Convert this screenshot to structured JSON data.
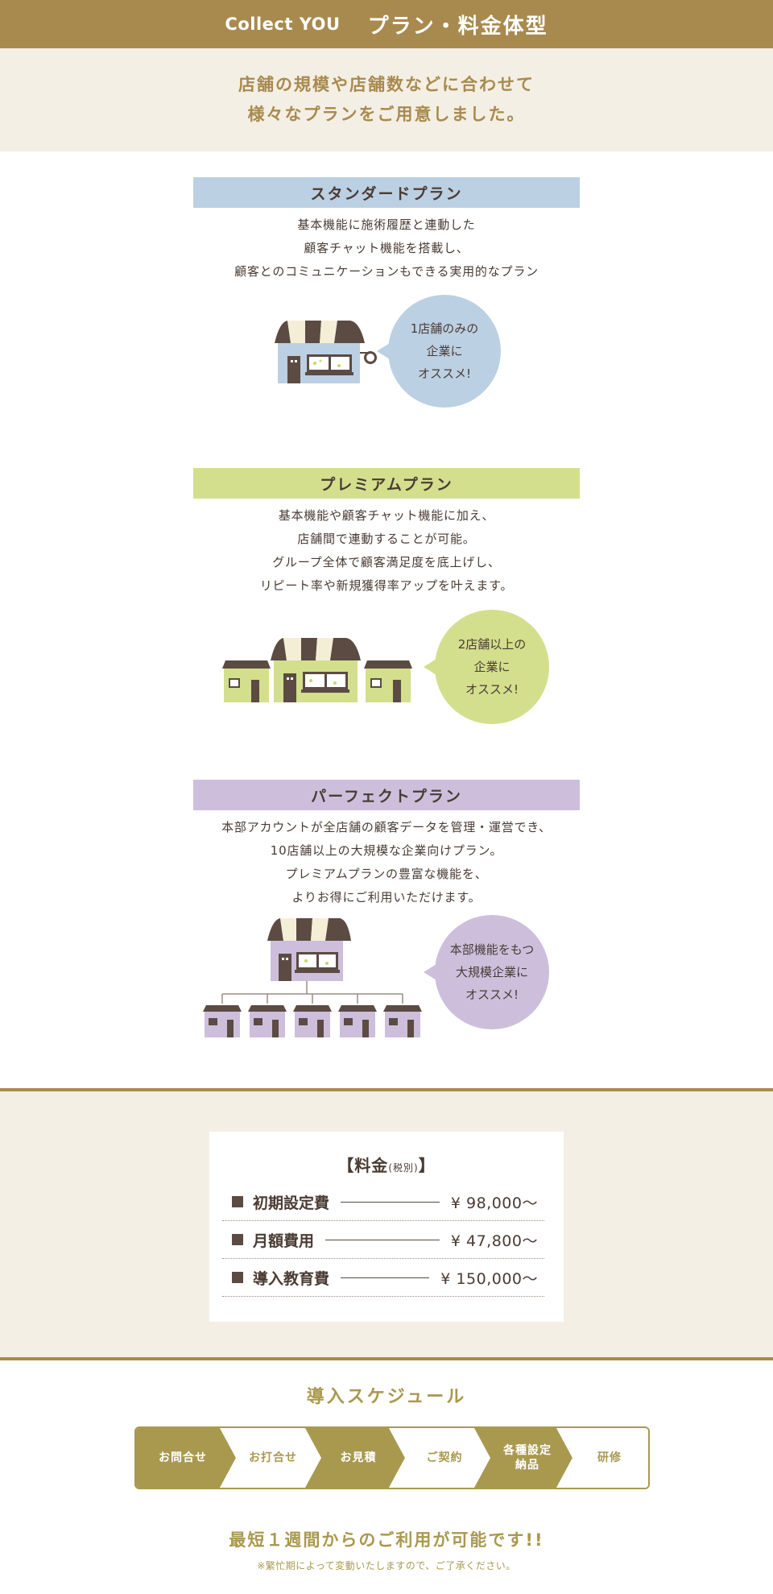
{
  "header": {
    "brand": "Collect YOU",
    "title": "プラン・料金体型"
  },
  "intro": {
    "line1": "店舗の規模や店舗数などに合わせて",
    "line2": "様々なプランをご用意しました。"
  },
  "colors": {
    "gold": "#a88a4e",
    "standard": "#bcd0e3",
    "premium": "#d3df8d",
    "perfect": "#cdbfdc",
    "olive": "#a9994f",
    "cream": "#f4efe4"
  },
  "plans": [
    {
      "title": "スタンダードプラン",
      "desc": [
        "基本機能に施術履歴と連動した",
        "顧客チャット機能を搭載し、",
        "顧客とのコミュニケーションもできる実用的なプラン"
      ],
      "bubble": [
        "1店舗のみの",
        "企業に",
        "オススメ!"
      ],
      "illustration": "single-shop-icon"
    },
    {
      "title": "プレミアムプラン",
      "desc": [
        "基本機能や顧客チャット機能に加え、",
        "店舗間で連動することが可能。",
        "グループ全体で顧客満足度を底上げし、",
        "リピート率や新規獲得率アップを叶えます。"
      ],
      "bubble": [
        "2店舗以上の",
        "企業に",
        "オススメ!"
      ],
      "illustration": "multi-shop-icon"
    },
    {
      "title": "パーフェクトプラン",
      "desc": [
        "本部アカウントが全店舗の顧客データを管理・運営でき、",
        "10店舗以上の大規模な企業向けプラン。",
        "プレミアムプランの豊富な機能を、",
        "よりお得にご利用いただけます。"
      ],
      "bubble": [
        "本部機能をもつ",
        "大規模企業に",
        "オススメ!"
      ],
      "illustration": "headquarters-tree-icon"
    }
  ],
  "pricing": {
    "heading": "【料金",
    "heading_note": "(税別)",
    "heading_end": "】",
    "rows": [
      {
        "label": "初期設定費",
        "value": "¥ 98,000〜"
      },
      {
        "label": "月額費用",
        "value": "¥ 47,800〜"
      },
      {
        "label": "導入教育費",
        "value": "¥ 150,000〜"
      }
    ]
  },
  "schedule": {
    "title": "導入スケジュール",
    "steps": [
      "お問合せ",
      "お打合せ",
      "お見積",
      "ご契約",
      "各種設定\n納品",
      "研修"
    ]
  },
  "footer": {
    "message": "最短１週間からのご利用が可能です!!",
    "note": "※繁忙期によって変動いたしますので、ご了承ください。"
  }
}
